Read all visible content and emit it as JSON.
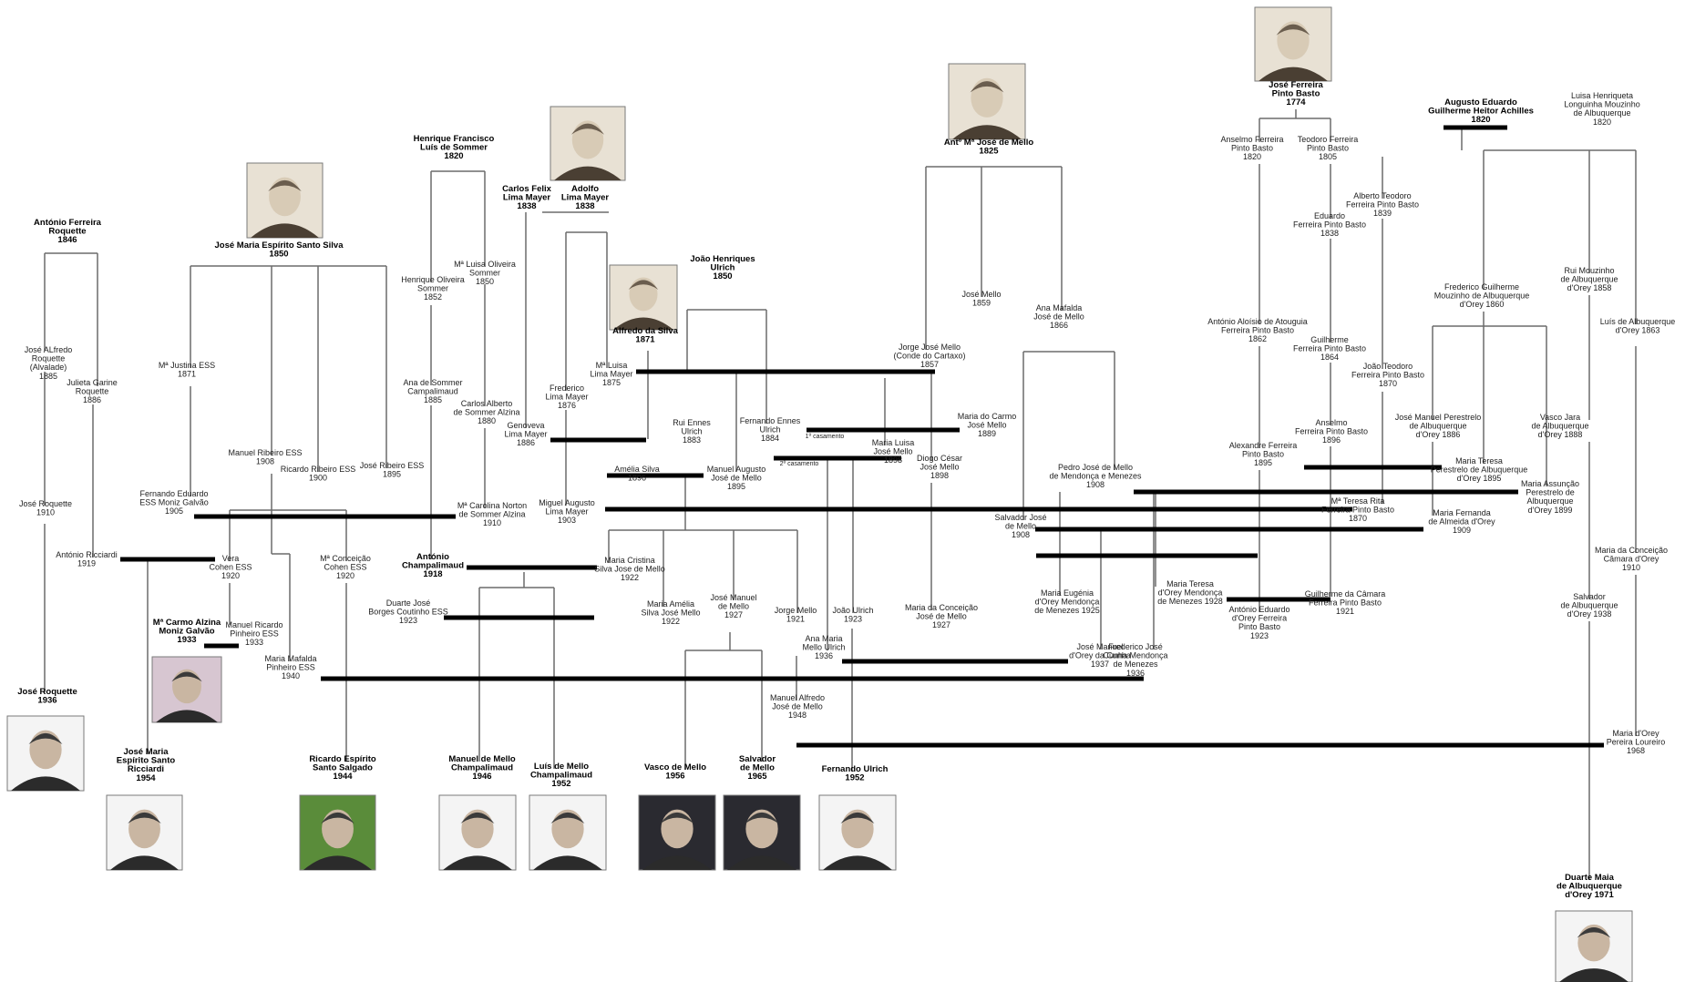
{
  "people": [
    {
      "id": "p1",
      "lines": [
        "António Ferreira",
        "Roquette",
        "1846"
      ],
      "bold": true
    },
    {
      "id": "p2",
      "lines": [
        "José Maria Espírito Santo Silva",
        "1850"
      ],
      "bold": true
    },
    {
      "id": "p3",
      "lines": [
        "Henrique Francisco",
        "Luís de Sommer",
        "1820"
      ],
      "bold": true
    },
    {
      "id": "p4",
      "lines": [
        "Carlos Felix",
        "Lima Mayer",
        "1838"
      ],
      "bold": true
    },
    {
      "id": "p5",
      "lines": [
        "Adolfo",
        "Lima Mayer",
        "1838"
      ],
      "bold": true
    },
    {
      "id": "p6",
      "lines": [
        "João Henriques",
        "Ulrich",
        "1850"
      ],
      "bold": true
    },
    {
      "id": "p7",
      "lines": [
        "Alfredo da Silva",
        "1871"
      ],
      "bold": true
    },
    {
      "id": "p8",
      "lines": [
        "Antº Mª José de Mello",
        "1825"
      ],
      "bold": true
    },
    {
      "id": "p9",
      "lines": [
        "José Ferreira",
        "Pinto Basto",
        "1774"
      ],
      "bold": true
    },
    {
      "id": "p10",
      "lines": [
        "Augusto Eduardo",
        "Guilherme Heitor Achilles",
        "1820"
      ],
      "bold": true
    },
    {
      "id": "p11",
      "lines": [
        "Luisa Henriqueta",
        "Longuinha Mouzinho",
        "de Albuquerque",
        "1820"
      ]
    },
    {
      "id": "p12",
      "lines": [
        "José ALfredo",
        "Roquette",
        "(Alvalade)",
        "1885"
      ]
    },
    {
      "id": "p13",
      "lines": [
        "Julieta Garine",
        "Roquette",
        "1886"
      ]
    },
    {
      "id": "p14",
      "lines": [
        "José Roquette",
        "1910"
      ]
    },
    {
      "id": "p15",
      "lines": [
        "António Ricciardi",
        "1919"
      ]
    },
    {
      "id": "p16",
      "lines": [
        "José Roquette",
        "1936"
      ],
      "bold": true
    },
    {
      "id": "p17",
      "lines": [
        "Mª Justina ESS",
        "1871"
      ]
    },
    {
      "id": "p18",
      "lines": [
        "Manuel Ribeiro ESS",
        "1908"
      ]
    },
    {
      "id": "p19",
      "lines": [
        "Ricardo Ribeiro ESS",
        "1900"
      ]
    },
    {
      "id": "p20",
      "lines": [
        "José Ribeiro ESS",
        "1895"
      ]
    },
    {
      "id": "p21",
      "lines": [
        "Fernando Eduardo",
        "ESS Moniz Galvão",
        "1905"
      ]
    },
    {
      "id": "p22",
      "lines": [
        "Vera",
        "Cohen ESS",
        "1920"
      ]
    },
    {
      "id": "p23",
      "lines": [
        "Mª Conceição",
        "Cohen ESS",
        "1920"
      ]
    },
    {
      "id": "p24",
      "lines": [
        "Mª Carmo Alzina",
        "Moniz Galvão",
        "1933"
      ],
      "bold": true
    },
    {
      "id": "p25",
      "lines": [
        "Manuel Ricardo",
        "Pinheiro ESS",
        "1933"
      ]
    },
    {
      "id": "p26",
      "lines": [
        "Maria Mafalda",
        "Pinheiro ESS",
        "1940"
      ]
    },
    {
      "id": "p27",
      "lines": [
        "José Maria",
        "Espírito Santo",
        "Ricciardi",
        "1954"
      ],
      "bold": true
    },
    {
      "id": "p28",
      "lines": [
        "Ricardo Espírito",
        "Santo Salgado",
        "1944"
      ],
      "bold": true
    },
    {
      "id": "p29",
      "lines": [
        "Henrique Oliveira",
        "Sommer",
        "1852"
      ]
    },
    {
      "id": "p30",
      "lines": [
        "Mª Luisa Oliveira",
        "Sommer",
        "1850"
      ]
    },
    {
      "id": "p31",
      "lines": [
        "Ana de Sommer",
        "Campalimaud",
        "1885"
      ]
    },
    {
      "id": "p32",
      "lines": [
        "Carlos Alberto",
        "de Sommer Alzina",
        "1880"
      ]
    },
    {
      "id": "p33",
      "lines": [
        "Mª Carolina Norton",
        "de Sommer Alzina",
        "1910"
      ]
    },
    {
      "id": "p34",
      "lines": [
        "António",
        "Champalimaud",
        "1918"
      ],
      "bold": true
    },
    {
      "id": "p35",
      "lines": [
        "Duarte José",
        "Borges Coutinho ESS",
        "1923"
      ]
    },
    {
      "id": "p36",
      "lines": [
        "Genoveva",
        "Lima Mayer",
        "1886"
      ]
    },
    {
      "id": "p37",
      "lines": [
        "Frederico",
        "Lima Mayer",
        "1876"
      ]
    },
    {
      "id": "p38",
      "lines": [
        "Mª Luisa",
        "Lima Mayer",
        "1875"
      ]
    },
    {
      "id": "p39",
      "lines": [
        "Miguel Augusto",
        "Lima Mayer",
        "1903"
      ]
    },
    {
      "id": "p40",
      "lines": [
        "Rui Ennes",
        "Ulrich",
        "1883"
      ]
    },
    {
      "id": "p41",
      "lines": [
        "Amélia Silva",
        "1896"
      ]
    },
    {
      "id": "p42",
      "lines": [
        "Manuel Augusto",
        "José de Mello",
        "1895"
      ]
    },
    {
      "id": "p43",
      "lines": [
        "Maria Cristina",
        "Silva Jose de Mello",
        "1922"
      ]
    },
    {
      "id": "p44",
      "lines": [
        "Maria Amélia",
        "Silva José Mello",
        "1922"
      ]
    },
    {
      "id": "p45",
      "lines": [
        "José Manuel",
        "de Mello",
        "1927"
      ]
    },
    {
      "id": "p46",
      "lines": [
        "Jorge Mello",
        "1921"
      ]
    },
    {
      "id": "p47",
      "lines": [
        "Manuel de Mello",
        "Champalimaud",
        "1946"
      ],
      "bold": true
    },
    {
      "id": "p48",
      "lines": [
        "Luís de Mello",
        "Champalimaud",
        "1952"
      ],
      "bold": true
    },
    {
      "id": "p49",
      "lines": [
        "Vasco de Mello",
        "1956"
      ],
      "bold": true
    },
    {
      "id": "p50",
      "lines": [
        "Salvador",
        "de Mello",
        "1965"
      ],
      "bold": true
    },
    {
      "id": "p51",
      "lines": [
        "Fernando Ennes",
        "Ulrich",
        "1884"
      ]
    },
    {
      "id": "p52",
      "lines": [
        "Maria Luisa",
        "José Mello",
        "1898"
      ]
    },
    {
      "id": "p53",
      "lines": [
        "Diogo César",
        "José Mello",
        "1898"
      ]
    },
    {
      "id": "p54",
      "lines": [
        "Jorge José Mello",
        "(Conde do Cartaxo)",
        "1857"
      ]
    },
    {
      "id": "p55",
      "lines": [
        "José Mello",
        "1859"
      ]
    },
    {
      "id": "p56",
      "lines": [
        "Ana Mafalda",
        "José de Mello",
        "1866"
      ]
    },
    {
      "id": "p57",
      "lines": [
        "Maria do Carmo",
        "José Mello",
        "1889"
      ]
    },
    {
      "id": "p58",
      "lines": [
        "João Ulrich",
        "1923"
      ]
    },
    {
      "id": "p59",
      "lines": [
        "Ana Maria",
        "Mello Ulrich",
        "1936"
      ]
    },
    {
      "id": "p60",
      "lines": [
        "Manuel Alfredo",
        "José de Mello",
        "1948"
      ]
    },
    {
      "id": "p61",
      "lines": [
        "Fernando Ulrich",
        "1952"
      ],
      "bold": true
    },
    {
      "id": "p62",
      "lines": [
        "Maria da Conceição",
        "José de Mello",
        "1927"
      ]
    },
    {
      "id": "p63",
      "lines": [
        "Salvador José",
        "de Mello",
        "1908"
      ]
    },
    {
      "id": "p64",
      "lines": [
        "Pedro José de Mello",
        "de Mendonça e Menezes",
        "1908"
      ]
    },
    {
      "id": "p65",
      "lines": [
        "Maria Eugénia",
        "d'Orey Mendonça",
        "de Menezes 1925"
      ]
    },
    {
      "id": "p66",
      "lines": [
        "Maria Teresa",
        "d'Orey Mendonça",
        "de Menezes 1928"
      ]
    },
    {
      "id": "p67",
      "lines": [
        "José Manuel",
        "d'Orey da Cunha",
        "1937"
      ]
    },
    {
      "id": "p68",
      "lines": [
        "Frederico José",
        "Cunha Mendonça",
        "de Menezes",
        "1936"
      ]
    },
    {
      "id": "p69",
      "lines": [
        "Anselmo Ferreira",
        "Pinto Basto",
        "1820"
      ]
    },
    {
      "id": "p70",
      "lines": [
        "Teodoro Ferreira",
        "Pinto Basto",
        "1805"
      ]
    },
    {
      "id": "p71",
      "lines": [
        "Alberto Teodoro",
        "Ferreira Pinto Basto",
        "1839"
      ]
    },
    {
      "id": "p72",
      "lines": [
        "Eduardo",
        "Ferreira Pinto Basto",
        "1838"
      ]
    },
    {
      "id": "p73",
      "lines": [
        "António Aloísio de Atouguia",
        "Ferreira Pinto Basto",
        "1862"
      ]
    },
    {
      "id": "p74",
      "lines": [
        "Guilherme",
        "Ferreira Pinto Basto",
        "1864"
      ]
    },
    {
      "id": "p75",
      "lines": [
        "João Teodoro",
        "Ferreira Pinto Basto",
        "1870"
      ]
    },
    {
      "id": "p76",
      "lines": [
        "Anselmo",
        "Ferreira Pinto Basto",
        "1896"
      ]
    },
    {
      "id": "p77",
      "lines": [
        "Alexandre Ferreira",
        "Pinto Basto",
        "1895"
      ]
    },
    {
      "id": "p78",
      "lines": [
        "Mª Teresa Rita",
        "Ferreira Pinto Basto",
        "1870"
      ]
    },
    {
      "id": "p79",
      "lines": [
        "Guilherme da Câmara",
        "Ferreira Pinto Basto",
        "1921"
      ]
    },
    {
      "id": "p80",
      "lines": [
        "António Eduardo",
        "d'Orey Ferreira",
        "Pinto Basto",
        "1923"
      ]
    },
    {
      "id": "p81",
      "lines": [
        "Frederico Guilherme",
        "Mouzinho de Albuquerque",
        "d'Orey 1860"
      ]
    },
    {
      "id": "p82",
      "lines": [
        "Rui Mouzinho",
        "de Albuquerque",
        "d'Orey 1858"
      ]
    },
    {
      "id": "p83",
      "lines": [
        "Luís de Albuquerque",
        "d'Orey 1863"
      ]
    },
    {
      "id": "p84",
      "lines": [
        "José Manuel Perestrelo",
        "de Albuquerque",
        "d'Orey 1886"
      ]
    },
    {
      "id": "p85",
      "lines": [
        "Maria Teresa",
        "Perestrelo de Albuquerque",
        "d'Orey 1895"
      ]
    },
    {
      "id": "p86",
      "lines": [
        "Vasco Jara",
        "de Albuquerque",
        "d'Orey 1888"
      ]
    },
    {
      "id": "p87",
      "lines": [
        "Maria Assunção",
        "Perestrelo de",
        "Albuquerque",
        "d'Orey 1899"
      ]
    },
    {
      "id": "p88",
      "lines": [
        "Maria Fernanda",
        "de Almeida d'Orey",
        "1909"
      ]
    },
    {
      "id": "p89",
      "lines": [
        "Maria da Conceição",
        "Câmara d'Orey",
        "1910"
      ]
    },
    {
      "id": "p90",
      "lines": [
        "Salvador",
        "de Albuquerque",
        "d'Orey 1938"
      ]
    },
    {
      "id": "p91",
      "lines": [
        "Maria d'Orey",
        "Pereira Loureiro",
        "1968"
      ]
    },
    {
      "id": "p92",
      "lines": [
        "Duarte Maia",
        "de Albuquerque",
        "d'Orey 1971"
      ],
      "bold": true
    }
  ],
  "notes": {
    "first_marriage": "1º casamento",
    "second_marriage": "2º casamento"
  },
  "portrait_subjects": [
    "Alfredo da Silva",
    "José Maria Espírito Santo Silva",
    "Adolfo Lima Mayer",
    "Antº Mª José de Mello",
    "José Ferreira Pinto Basto",
    "José Roquette",
    "Mª Carmo Alzina Moniz Galvão",
    "José Maria Espírito Santo Ricciardi",
    "Ricardo Espírito Santo Salgado",
    "Manuel de Mello Champalimaud",
    "Luís de Mello Champalimaud",
    "Vasco de Mello",
    "Salvador de Mello",
    "Fernando Ulrich",
    "Duarte Maia de Albuquerque d'Orey"
  ],
  "colors": {
    "line": "#6b6b6b",
    "marriage_bar": "#000000",
    "text": "#222222"
  }
}
